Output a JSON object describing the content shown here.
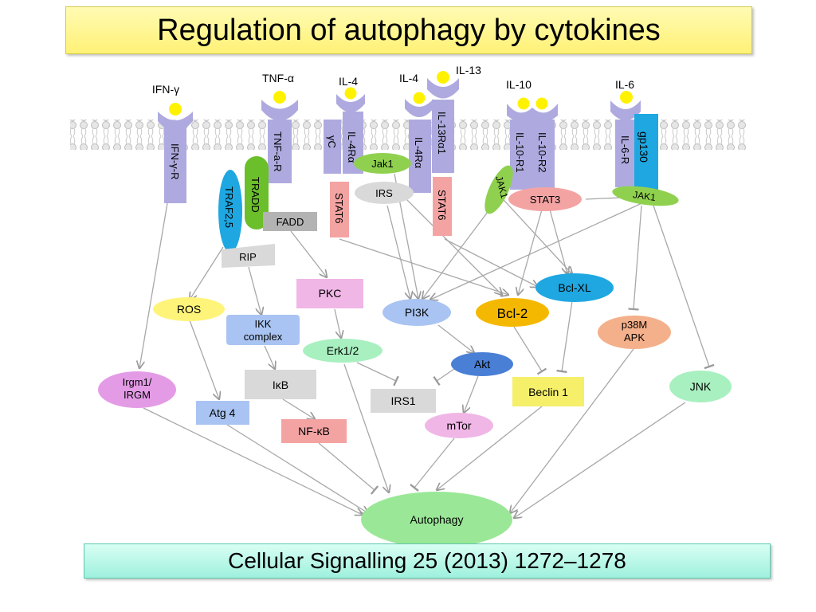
{
  "title": "Regulation of autophagy by cytokines",
  "citation": "Cellular Signalling 25 (2013) 1272–1278",
  "cytokines": {
    "ifn_gamma": "IFN-γ",
    "tnf_alpha": "TNF-α",
    "il4_a": "IL-4",
    "il4_b": "IL-4",
    "il13": "IL-13",
    "il10": "IL-10",
    "il6": "IL-6"
  },
  "receptors": {
    "ifn_gamma_r": "IFN-γ-R",
    "tnf_a_r": "TNF-a-R",
    "gamma_c": "γC",
    "il4r_alpha_a": "IL-4Rα",
    "il4r_alpha_b": "IL-4Rα",
    "il13r_alpha1": "IL-13Rα1",
    "il10_r1": "IL-10-R1",
    "il10_r2": "IL-10-R2",
    "il6_r": "IL-6-R",
    "gp130": "gp130"
  },
  "nodes": {
    "traf25": "TRAF2,5",
    "tradd": "TRADD",
    "fadd": "FADD",
    "rip": "RIP",
    "jak1_il4": "Jak1",
    "irs": "IRS",
    "stat6_a": "STAT6",
    "stat6_b": "STAT6",
    "jak1_il10": "JAK1",
    "stat3": "STAT3",
    "jak1_il6": "JAK1",
    "ros": "ROS",
    "ikk_line1": "IKK",
    "ikk_line2": "complex",
    "pkc": "PKC",
    "pi3k": "PI3K",
    "bcl2": "Bcl-2",
    "bclxl": "Bcl-XL",
    "p38_line1": "p38M",
    "p38_line2": "APK",
    "erk": "Erk1/2",
    "akt": "Akt",
    "irgm_line1": "Irgm1/",
    "irgm_line2": "IRGM",
    "ikb": "IκB",
    "irs1": "IRS1",
    "beclin": "Beclin 1",
    "jnk": "JNK",
    "atg4": "Atg 4",
    "nfkb": "NF-κB",
    "mtor": "mTor",
    "autophagy": "Autophagy"
  },
  "colors": {
    "receptor": "#aeaadf",
    "ligand": "#fff200",
    "green": "#8fd14f",
    "blue": "#1ea7e1",
    "gray": "#d9d9d9",
    "pink": "#f4a3a3",
    "lavender_pink": "#f0b6e6",
    "light_blue": "#a9c4f2",
    "mint": "#a8f0c0",
    "orange": "#f5b800",
    "salmon": "#f4b08a",
    "yellow_box": "#f5ef6a",
    "dark_blue": "#4a7fd6",
    "violet": "#e49be6",
    "autophagy": "#9ae897"
  }
}
